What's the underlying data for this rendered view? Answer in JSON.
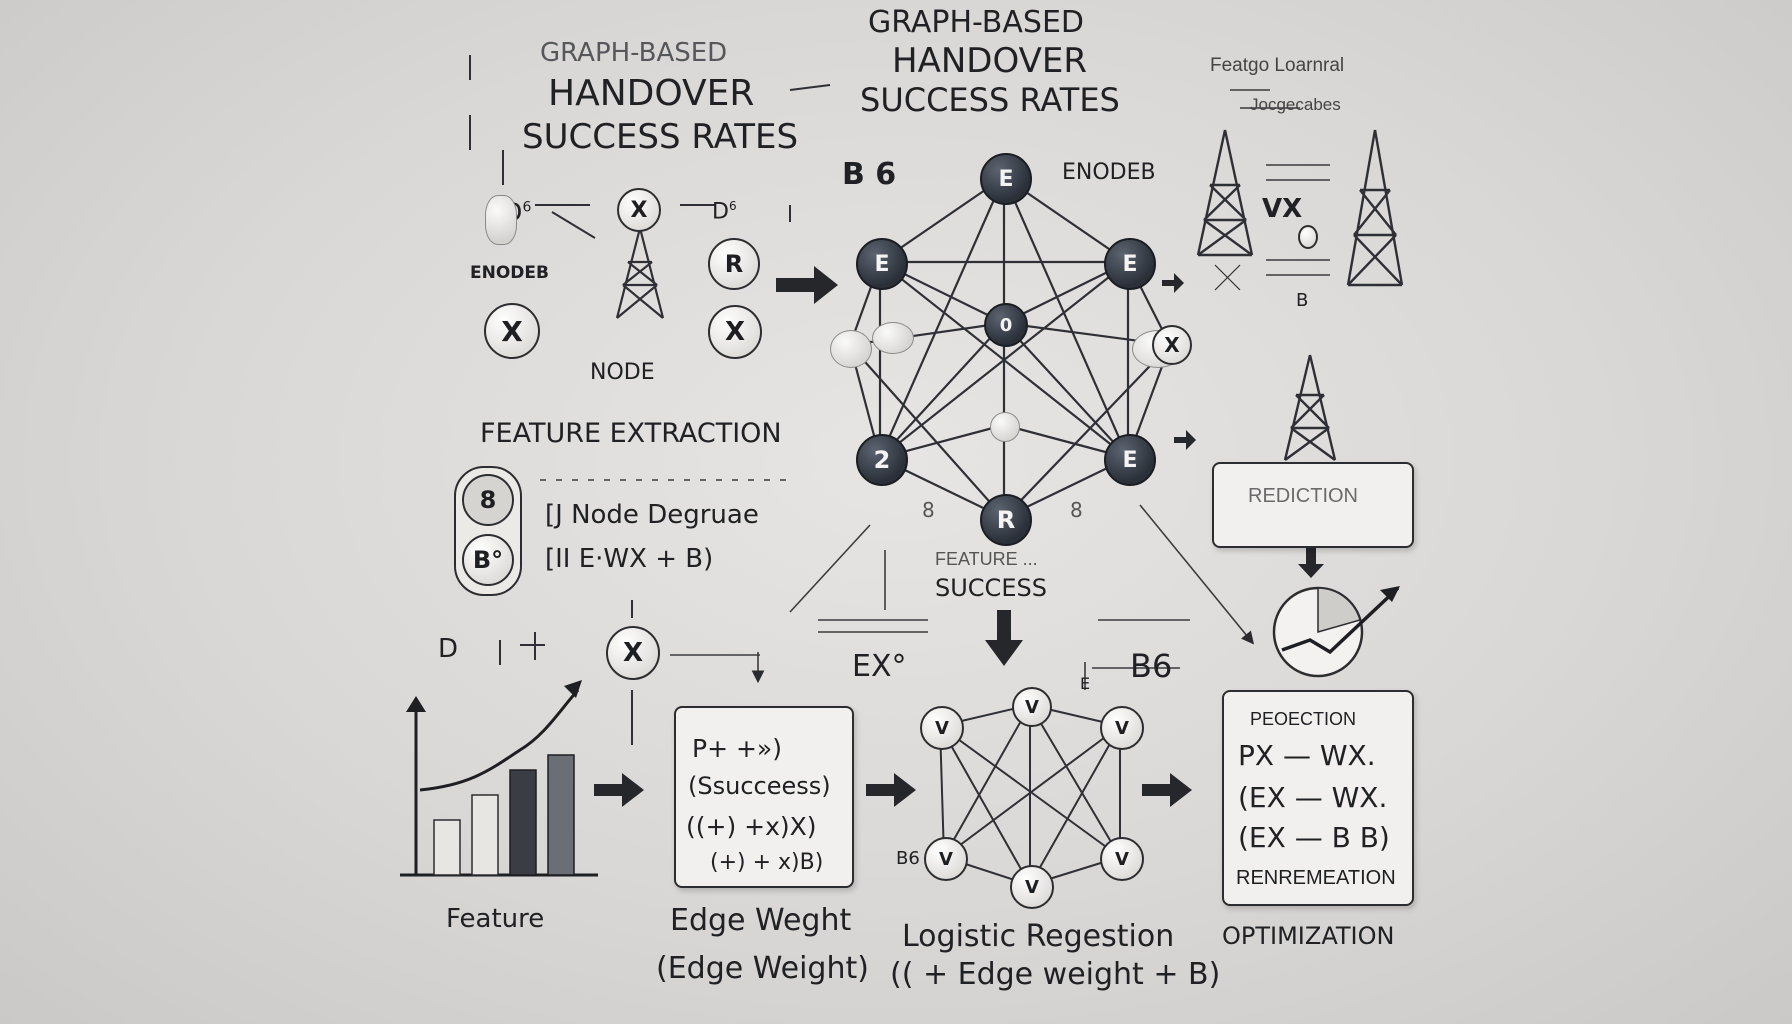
{
  "title": {
    "top_left_line1": "GRAPH-BASED",
    "top_left_line2": "HANDOVER",
    "top_left_line3": "SUCCESS RATES",
    "top_center_line1": "GRAPH-BASED",
    "top_center_line2": "HANDOVER",
    "top_center_line3": "SUCCESS RATES"
  },
  "top_right": {
    "line1": "Featgo Loarnral",
    "line2": "Jocgecabes",
    "label_vx": "VX",
    "label_b": "B"
  },
  "left_cluster": {
    "ed_label": "ED",
    "ed_sup": "6",
    "d_label": "D",
    "d_sup": "6",
    "enodeb": "ENODEB",
    "node_label": "NODE",
    "nodes": [
      "X",
      "R",
      "X",
      "X"
    ]
  },
  "graph": {
    "b6_label": "B 6",
    "enodeb_label": "ENODEB",
    "nodes": [
      "E",
      "E",
      "E",
      "0",
      "2",
      "E",
      "R"
    ],
    "x_node": "X",
    "small_8": "8",
    "small_8b": "8"
  },
  "feature_extraction": {
    "heading": "FEATURE EXTRACTION",
    "capsule_top": "8",
    "capsule_bottom": "B°",
    "line1": "[J Node Degruae",
    "line2": "[II E·WX + B)"
  },
  "feature_success": {
    "line1": "FEATURE ...",
    "line2": "SUCCESS"
  },
  "prediction_top": {
    "label": "REDICTION"
  },
  "mid": {
    "d_label": "D",
    "x_node": "X",
    "ex_label": "EX°",
    "e_label": "E",
    "b6_label": "B6"
  },
  "edge_card": {
    "line1": "P+  +»)",
    "line2": "(Ssucceess)",
    "line3": "((+)  +x)X)",
    "line4": "(+)  + x)B)"
  },
  "projection_card": {
    "line1": "PEOECTION",
    "line2": "PX — WX.",
    "line3": "(EX — WX.",
    "line4": "(EX — B B)",
    "line5": "RENREMEATION"
  },
  "bottom_graph": {
    "nodes": [
      "V",
      "V",
      "V",
      "V",
      "V",
      "V"
    ],
    "side_label": "B6"
  },
  "captions": {
    "feature": "Feature",
    "edge_weight": "Edge Weght",
    "edge_weight_sub": "(Edge Weight)",
    "logistic": "Logistic Regestion",
    "logistic_sub": "(( + Edge weight + B)",
    "optimization": "OPTIMIZATION"
  },
  "colors": {
    "background": "#dad8d6",
    "ink": "#1e1f22",
    "node_dark": "#2a2f38",
    "card": "#f1f0ee"
  }
}
